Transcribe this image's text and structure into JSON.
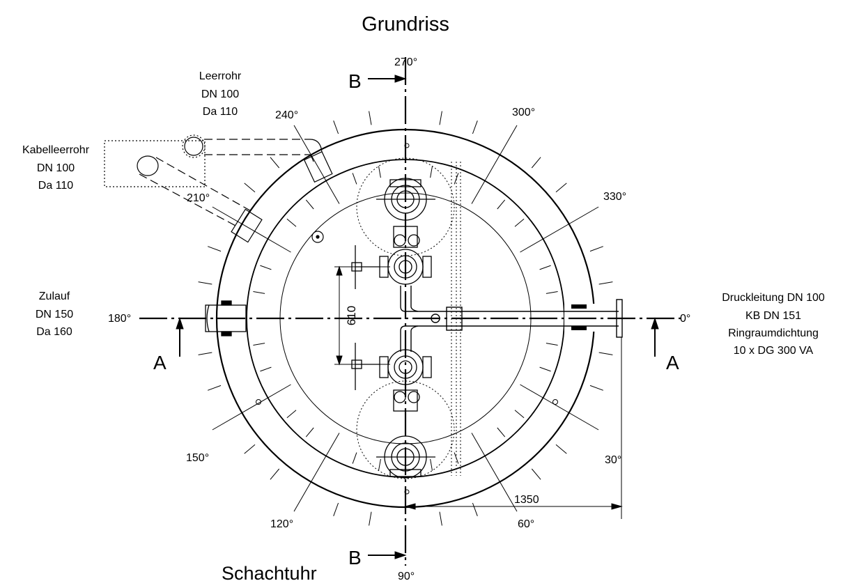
{
  "title": "Grundriss",
  "subtitle": "Schachtuhr",
  "angles": {
    "a0": "0°",
    "a30": "30°",
    "a60": "60°",
    "a90": "90°",
    "a120": "120°",
    "a150": "150°",
    "a180": "180°",
    "a210": "210°",
    "a240": "240°",
    "a270": "270°",
    "a300": "300°",
    "a330": "330°"
  },
  "section_marks": {
    "a": "A",
    "b": "B"
  },
  "dimensions": {
    "valve_spacing": "610",
    "radius_to_flange": "1350"
  },
  "pipes": {
    "leerrohr": [
      "Leerrohr",
      "DN 100",
      "Da 110"
    ],
    "kabelleerrohr": [
      "Kabelleerrohr",
      "DN 100",
      "Da 110"
    ],
    "zulauf": [
      "Zulauf",
      "DN 150",
      "Da 160"
    ],
    "druckleitung": [
      "Druckleitung DN 100",
      "KB DN 151",
      "Ringraumdichtung",
      "10 x DG 300 VA"
    ]
  },
  "colors": {
    "line": "#000000",
    "background": "#ffffff"
  }
}
